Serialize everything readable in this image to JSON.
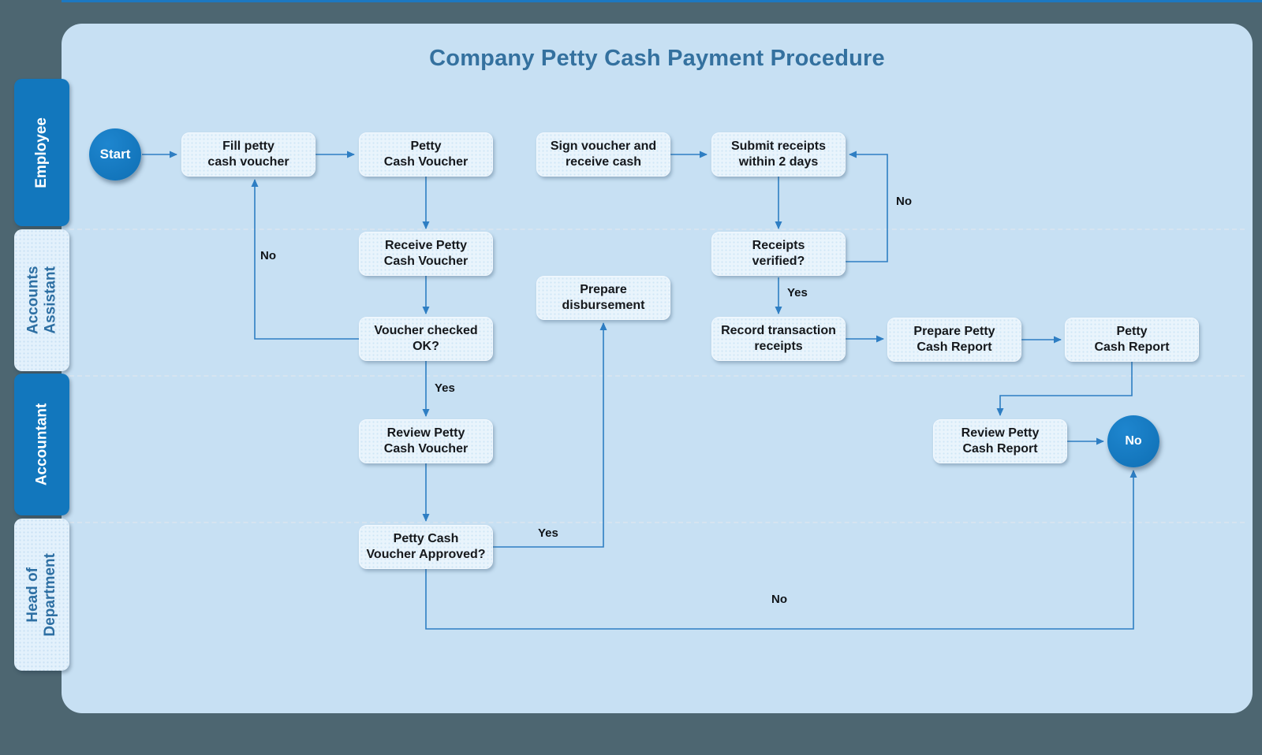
{
  "title": "Company Petty Cash Payment Procedure",
  "terminals": {
    "start": "Start",
    "end_no": "No"
  },
  "lanes": [
    {
      "label": "Employee"
    },
    {
      "label": "Accounts Assistant"
    },
    {
      "label": "Accountant"
    },
    {
      "label": "Head of Department"
    }
  ],
  "nodes": {
    "fill_petty": "Fill petty\ncash voucher",
    "petty_cash_voucher": "Petty\nCash Voucher",
    "sign_voucher": "Sign voucher and\nreceive cash",
    "submit_receipts": "Submit receipts\nwithin 2 days",
    "receive_voucher": "Receive Petty\nCash Voucher",
    "voucher_checked": "Voucher checked\nOK?",
    "prepare_disbursement": "Prepare\ndisbursement",
    "receipts_verified": "Receipts\nverified?",
    "record_transaction": "Record transaction\nreceipts",
    "prepare_report": "Prepare Petty\nCash Report",
    "petty_cash_report": "Petty\nCash Report",
    "review_voucher": "Review Petty\nCash Voucher",
    "review_report": "Review Petty\nCash Report",
    "voucher_approved": "Petty Cash\nVoucher Approved?"
  },
  "edge_labels": {
    "voucher_not_ok": "No",
    "voucher_ok": "Yes",
    "receipts_not_verified": "No",
    "receipts_ok": "Yes",
    "voucher_approved_yes": "Yes",
    "report_not_approved": "No"
  },
  "colors": {
    "outer_background": "#4d6671",
    "canvas_background": "#c7e0f3",
    "accent_dark_blue": "#1277bd",
    "arrow_blue": "#2e7ec3",
    "node_fill": "#e9f4fc",
    "title_text": "#34719f",
    "light_tab_text": "#2d6fa3"
  }
}
